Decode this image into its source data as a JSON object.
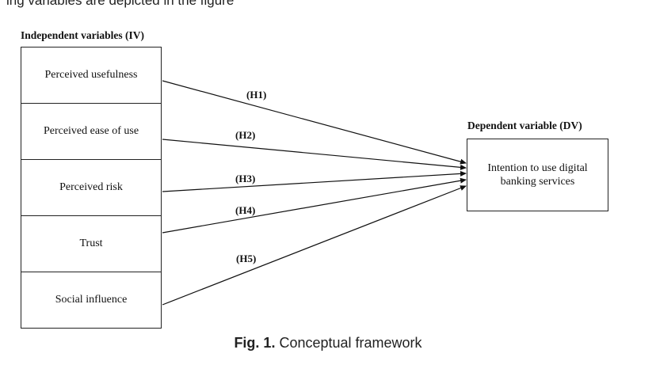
{
  "top_text": "ing variables are depicted in the figure",
  "iv_heading": "Independent variables (IV)",
  "dv_heading": "Dependent variable (DV)",
  "independent_variables": [
    "Perceived usefulness",
    "Perceived ease of use",
    "Perceived risk",
    "Trust",
    "Social influence"
  ],
  "dependent_variable": "Intention to use digital banking services",
  "hypotheses": [
    "(H1)",
    "(H2)",
    "(H3)",
    "(H4)",
    "(H5)"
  ],
  "caption": {
    "label": "Fig. 1.",
    "text": "Conceptual framework"
  }
}
